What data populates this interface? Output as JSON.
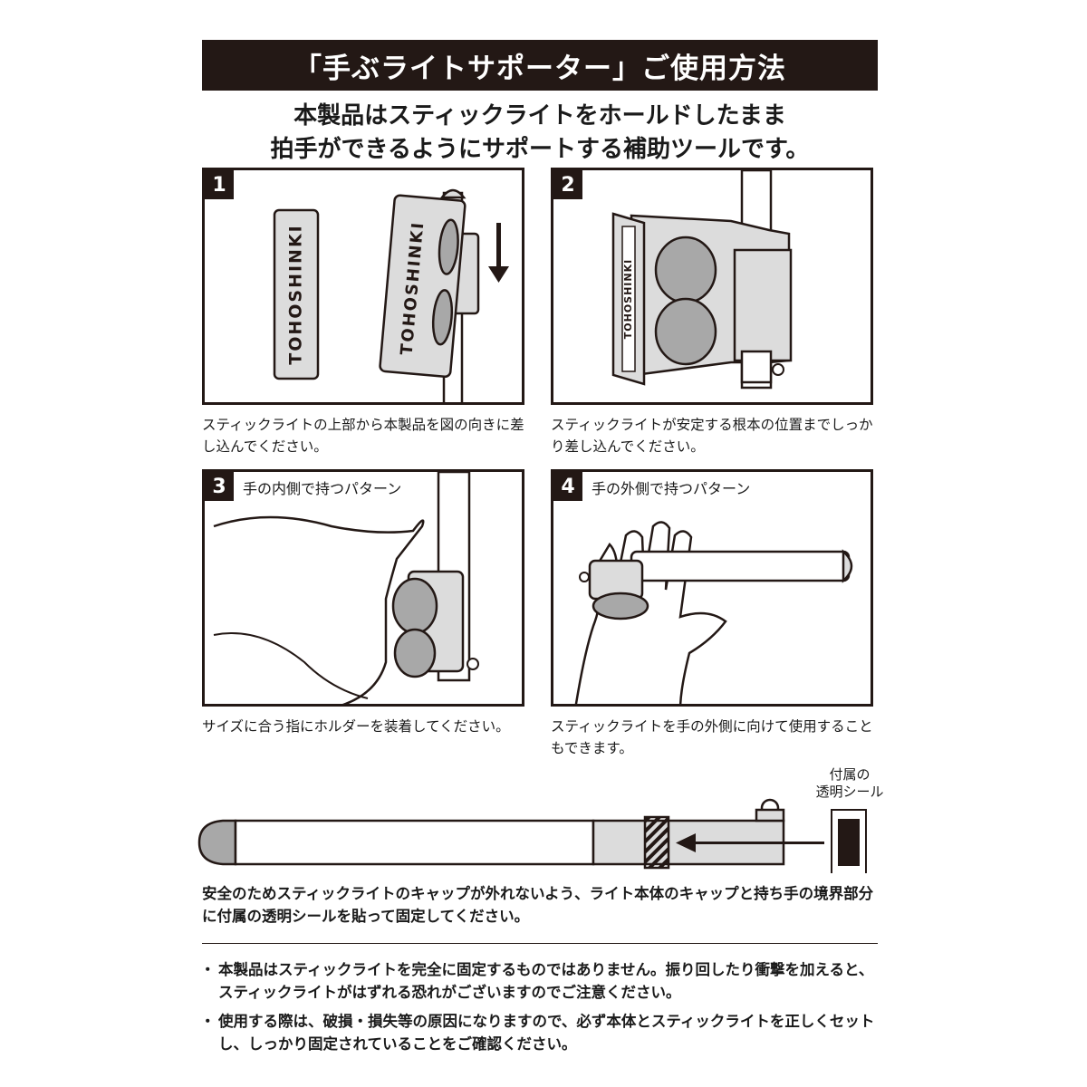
{
  "title": "「手ぶライトサポーター」ご使用方法",
  "intro": {
    "line1": "本製品はスティックライトをホールドしたまま",
    "line2": "拍手ができるようにサポートする補助ツールです。"
  },
  "steps": [
    {
      "number": "1",
      "title": "",
      "brand": "TOHOSHINKI",
      "caption": "スティックライトの上部から本製品を図の向きに差し込んでください。"
    },
    {
      "number": "2",
      "title": "",
      "brand": "TOHOSHINKI",
      "caption": "スティックライトが安定する根本の位置までしっかり差し込んでください。"
    },
    {
      "number": "3",
      "title": "手の内側で持つパターン",
      "caption": "サイズに合う指にホルダーを装着してください。"
    },
    {
      "number": "4",
      "title": "手の外側で持つパターン",
      "caption": "スティックライトを手の外側に向けて使用することもできます。"
    }
  ],
  "seal": {
    "label_line1": "付属の",
    "label_line2": "透明シール",
    "instruction": "安全のためスティックライトのキャップが外れないよう、ライト本体のキャップと持ち手の境界部分に付属の透明シールを貼って固定してください。"
  },
  "notes": [
    "本製品はスティックライトを完全に固定するものではありません。振り回したり衝撃を加えると、スティックライトがはずれる恐れがございますのでご注意ください。",
    "使用する際は、破損・損失等の原因になりますので、必ず本体とスティックライトを正しくセットし、しっかり固定されていることをご確認ください。"
  ],
  "colors": {
    "ink": "#231815",
    "gray": "#dcdcdc",
    "dark_gray": "#a8a8a8"
  }
}
